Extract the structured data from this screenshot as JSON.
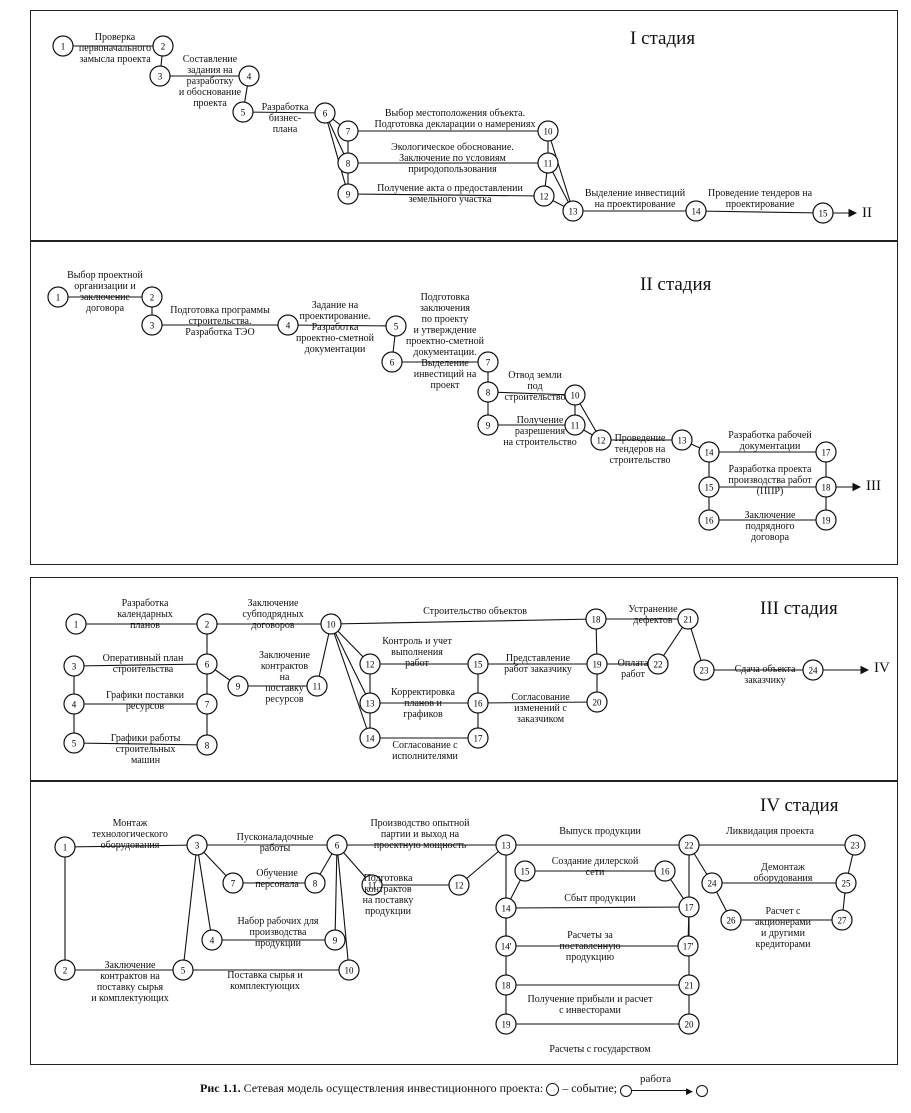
{
  "stages": {
    "s1": {
      "title": "I стадия",
      "cont": "II",
      "labels": {
        "a": "Проверка\nпервоначального\nзамысла проекта",
        "b": "Составление\nзадания на\nразработку\nи обоснование\nпроекта",
        "c": "Разработка\nбизнес-\nплана",
        "d": "Выбор местоположения объекта.\nПодготовка декларации о намерениях",
        "e": "Экологическое обоснование.\nЗаключение по условиям\nприродопользования",
        "f": "Получение акта о предоставлении\nземельного участка",
        "g": "Выделение инвестиций\nна проектирование",
        "h": "Проведение тендеров на\nпроектирование"
      }
    },
    "s2": {
      "title": "II стадия",
      "cont": "III",
      "labels": {
        "a": "Выбор проектной\nорганизации и\nзаключение\nдоговора",
        "b": "Подготовка программы\nстроительства.\nРазработка ТЭО",
        "c": "Задание на\nпроектирование.\nРазработка\nпроектно-сметной\nдокументации",
        "d": "Подготовка\nзаключения\nпо проекту\nи утверждение\nпроектно-сметной\nдокументации.\nВыделение\nинвестиций на\nпроект",
        "e": "Отвод земли\nпод\nстроительство",
        "f": "Получение\nразрешения\nна строительство",
        "g": "Проведение\nтендеров на\nстроительство",
        "h": "Разработка рабочей\nдокументации",
        "i": "Разработка проекта\nпроизводства работ\n(ППР)",
        "j": "Заключение\nподрядного\nдоговора"
      }
    },
    "s3": {
      "title": "III стадия",
      "cont": "IV",
      "labels": {
        "a": "Разработка\nкалендарных\nпланов",
        "b": "Заключение\nсубподрядных\nдоговоров",
        "c": "Строительство объектов",
        "d": "Устранение\nдефектов",
        "e": "Оперативный план\nстроительства",
        "f": "Заключение\nконтрактов\nна\nпоставку\nресурсов",
        "g": "Контроль и учет\nвыполнения\nработ",
        "h": "Представление\nработ заказчику",
        "i": "Оплата\nработ",
        "j": "Сдача объекта\nзаказчику",
        "k": "Графики поставки\nресурсов",
        "l": "Корректировка\nпланов и\nграфиков",
        "m": "Согласование\nизменений с\nзаказчиком",
        "n": "Графики работы\nстроительных\nмашин",
        "o": "Согласование с\nисполнителями"
      }
    },
    "s4": {
      "title": "IV стадия",
      "labels": {
        "a": "Монтаж\nтехнологического\nоборудования",
        "b": "Пусконаладочные\nработы",
        "c": "Производство опытной\nпартии и выход на\nпроектную мощность",
        "d": "Выпуск продукции",
        "e": "Ликвидация проекта",
        "f": "Обучение\nперсонала",
        "g": "Подготовка\nконтрактов\nна поставку\nпродукции",
        "h": "Создание дилерской\nсети",
        "i": "Демонтаж\nоборудования",
        "j": "Набор рабочих для\nпроизводства\nпродукции",
        "k": "Сбыт продукции",
        "l": "Расчет с\nакционерами\nи другими\nкредиторами",
        "m": "Расчеты за\nпоставленную\nпродукцию",
        "n": "Заключение\nконтрактов на\nпоставку сырья\nи комплектующих",
        "o": "Поставка сырья и\nкомплектующих",
        "p": "Получение прибыли и расчет\nс инвесторами",
        "q": "Расчеты с государством"
      }
    }
  },
  "caption": {
    "bold": "Рис 1.1.",
    "text": " Сетевая модель осуществления инвестиционного проекта:",
    "event": " – событие;",
    "work": "работа"
  }
}
